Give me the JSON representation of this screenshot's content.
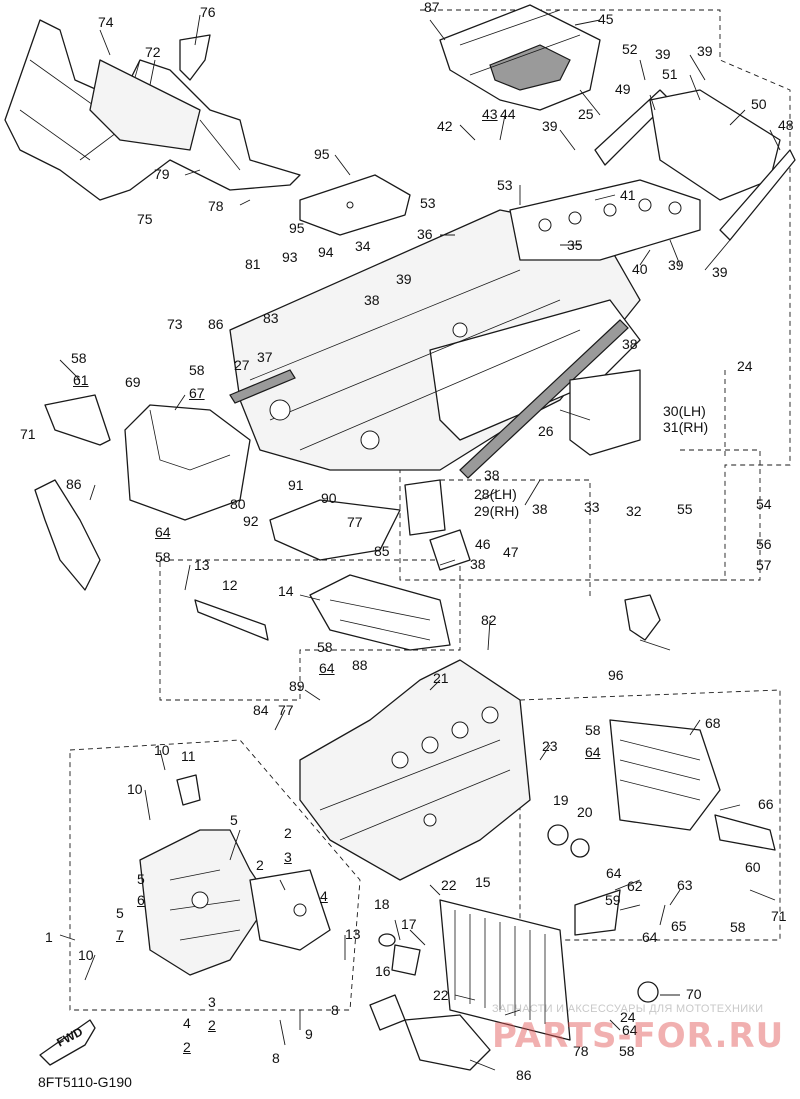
{
  "diagram": {
    "code": "8FT5110-G190",
    "direction_marker": "FWD",
    "watermark": {
      "line1": "ЗАПЧАСТИ И АКСЕССУАРЫ ДЛЯ МОТОТЕХНИКИ",
      "line2": "PARTS-FOR.RU"
    },
    "callouts": [
      "74",
      "76",
      "72",
      "79",
      "78",
      "95",
      "87",
      "45",
      "25",
      "52",
      "39",
      "39",
      "51",
      "49",
      "50",
      "48",
      "42",
      "43",
      "44",
      "39",
      "53",
      "53",
      "41",
      "75",
      "95",
      "94",
      "34",
      "36",
      "35",
      "93",
      "81",
      "39",
      "38",
      "40",
      "39",
      "39",
      "83",
      "73",
      "86",
      "38",
      "24",
      "58",
      "61",
      "58",
      "67",
      "27",
      "37",
      "71",
      "69",
      "30(LH)",
      "31(RH)",
      "26",
      "86",
      "28(LH)",
      "29(RH)",
      "38",
      "38",
      "33",
      "32",
      "55",
      "54",
      "56",
      "57",
      "91",
      "92",
      "90",
      "80",
      "77",
      "85",
      "64",
      "58",
      "47",
      "46",
      "38",
      "13",
      "12",
      "14",
      "82",
      "96",
      "58",
      "64",
      "88",
      "89",
      "84",
      "77",
      "21",
      "68",
      "58",
      "64",
      "23",
      "10",
      "11",
      "10",
      "5",
      "2",
      "3",
      "19",
      "20",
      "66",
      "60",
      "5",
      "6",
      "2",
      "4",
      "22",
      "15",
      "64",
      "59",
      "62",
      "63",
      "71",
      "58",
      "7",
      "5",
      "18",
      "17",
      "13",
      "65",
      "64",
      "1",
      "10",
      "16",
      "22",
      "8",
      "3",
      "2",
      "4",
      "2",
      "9",
      "70",
      "24",
      "64",
      "58",
      "78",
      "8",
      "86"
    ]
  }
}
